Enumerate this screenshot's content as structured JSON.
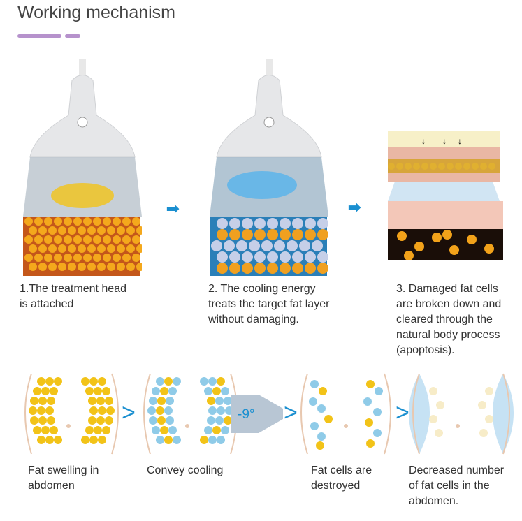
{
  "title": "Working mechanism",
  "steps": [
    {
      "caption_lines": [
        "1.The treatment head",
        "is attached"
      ]
    },
    {
      "caption_lines": [
        "2. The cooling energy",
        "treats the target fat layer",
        "without damaging."
      ]
    },
    {
      "caption_lines": [
        "3. Damaged fat cells",
        "are broken down and",
        "cleared through the",
        "natural body process",
        "(apoptosis)."
      ]
    }
  ],
  "bottom": {
    "temperature": "-9°",
    "captions": [
      {
        "lines": [
          "Fat swelling in",
          "abdomen"
        ]
      },
      {
        "lines": [
          "Convey cooling"
        ]
      },
      {
        "lines": [
          "Fat cells are",
          "destroyed"
        ]
      },
      {
        "lines": [
          "Decreased number",
          "of fat cells in the",
          "abdomen."
        ]
      }
    ]
  },
  "colors": {
    "accent": "#b692cc",
    "arrow": "#1a8fd0",
    "fat": "#f2c318",
    "cool": "#8fcbe8"
  }
}
